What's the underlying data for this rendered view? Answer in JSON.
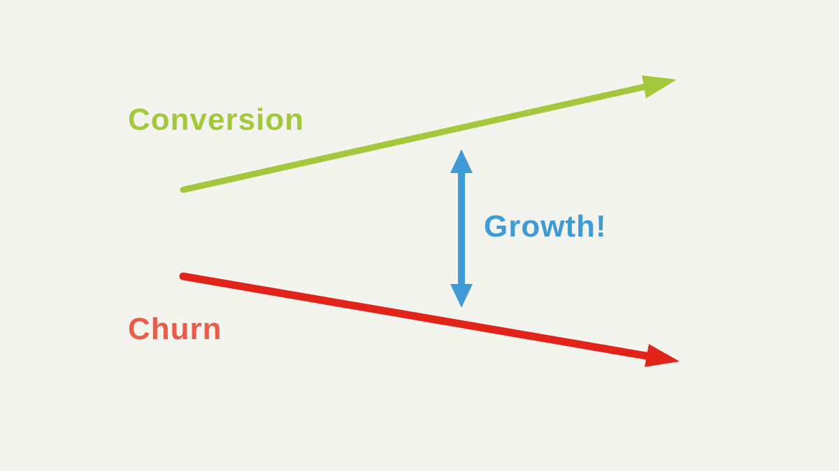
{
  "diagram": {
    "labels": {
      "conversion": "Conversion",
      "growth": "Growth!",
      "churn": "Churn"
    },
    "colors": {
      "background": "#f4f4ee",
      "conversion": "#a3c83c",
      "growth": "#3f9bd5",
      "churn_line": "#e1231a",
      "churn_label": "#e85c48"
    },
    "arrows": [
      {
        "name": "conversion-arrow",
        "direction": "up-right",
        "meaning": "conversion increasing"
      },
      {
        "name": "churn-arrow",
        "direction": "down-right",
        "meaning": "churn decreasing"
      },
      {
        "name": "growth-double-arrow",
        "direction": "vertical-both",
        "meaning": "gap between conversion and churn = growth"
      }
    ]
  }
}
